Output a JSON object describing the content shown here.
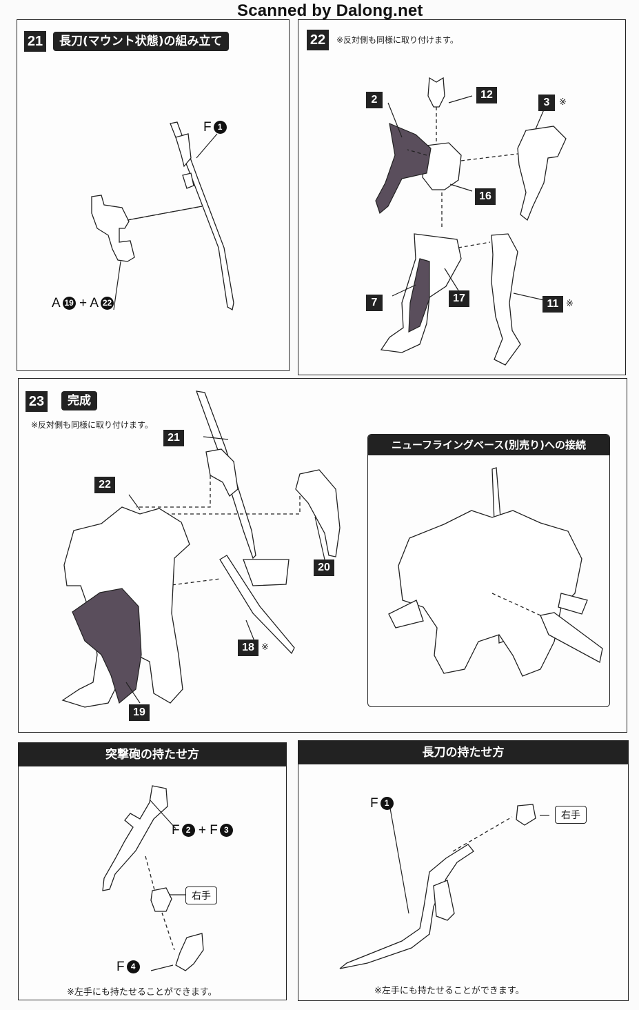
{
  "watermark": "Scanned by Dalong.net",
  "step21": {
    "number": "21",
    "title": "長刀(マウント状態)の組み立て",
    "label_f1": "F",
    "num_1": "1",
    "label_a19_a22_pre": "A",
    "num_19": "19",
    "plus": "+",
    "label_a": "A",
    "num_22": "22"
  },
  "step22": {
    "number": "22",
    "note": "※反対側も同様に取り付けます。",
    "parts": [
      "2",
      "12",
      "3",
      "16",
      "7",
      "17",
      "11"
    ],
    "mark": "※"
  },
  "step23": {
    "number": "23",
    "title": "完成",
    "note": "※反対側も同様に取り付けます。",
    "parts": [
      "21",
      "22",
      "20",
      "18",
      "19"
    ],
    "mark": "※",
    "sub_title": "ニューフライングベース(別売り)への接続"
  },
  "weapon1": {
    "title": "突撃砲の持たせ方",
    "label_f": "F",
    "num_2": "2",
    "plus": "+",
    "label_f2": "F",
    "num_3": "3",
    "hand": "右手",
    "label_f4": "F",
    "num_4": "4",
    "note": "※左手にも持たせることができます。"
  },
  "weapon2": {
    "title": "長刀の持たせ方",
    "label_f": "F",
    "num_1": "1",
    "hand": "右手",
    "note": "※左手にも持たせることができます。"
  }
}
